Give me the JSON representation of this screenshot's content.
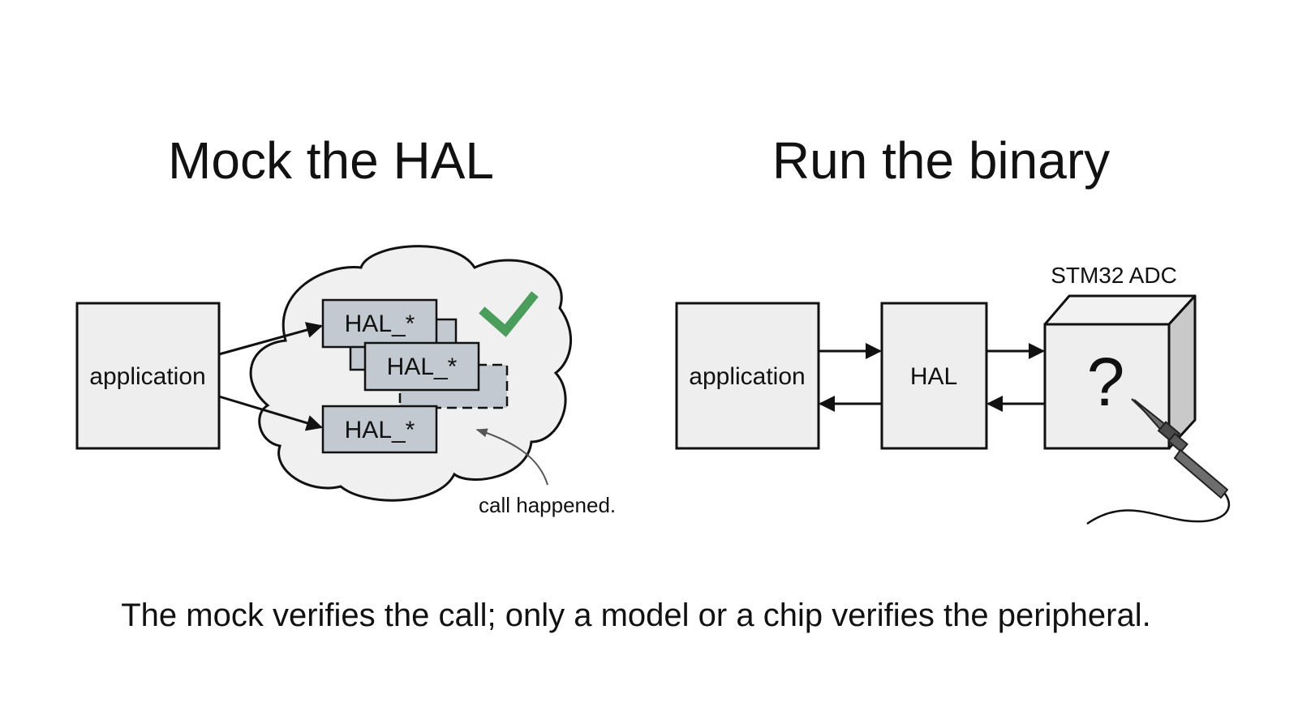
{
  "left_panel": {
    "title": "Mock the HAL",
    "application_label": "application",
    "mock_blocks": [
      "HAL_*",
      "HAL_*",
      "HAL_*"
    ],
    "annotation": "call happened.",
    "check_color": "#4a9d5b"
  },
  "right_panel": {
    "title": "Run the binary",
    "application_label": "application",
    "hal_label": "HAL",
    "chip_label": "STM32 ADC",
    "chip_symbol": "?"
  },
  "caption": "The mock verifies the call; only a model or a chip verifies the peripheral.",
  "colors": {
    "box_fill": "#eeeeee",
    "mock_block_fill": "#c3c9d1",
    "cloud_fill": "#f0f0f0",
    "chip_side_fill": "#c9c9c9",
    "stroke": "#111111"
  },
  "icons": [
    "checkmark-icon",
    "probe-icon"
  ]
}
